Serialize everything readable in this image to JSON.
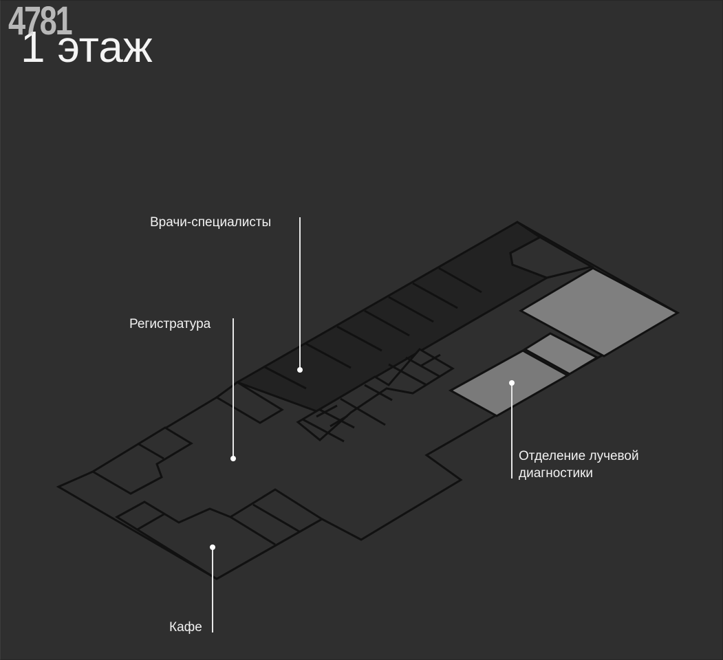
{
  "overlay_number": "4781",
  "floor_title": "1 этаж",
  "colors": {
    "background": "#2f2f2f",
    "wall": "#111111",
    "floor_fill": "#2f2f2f",
    "specialists_fill": "#202020",
    "diagnostics_fill": "#7d7d7d",
    "label_text": "#f2f2f2"
  },
  "labels": {
    "specialists": "Врачи-специалисты",
    "registry": "Регистратура",
    "cafe": "Кафе",
    "diagnostics_line1": "Отделение лучевой",
    "diagnostics_line2": "диагностики"
  }
}
